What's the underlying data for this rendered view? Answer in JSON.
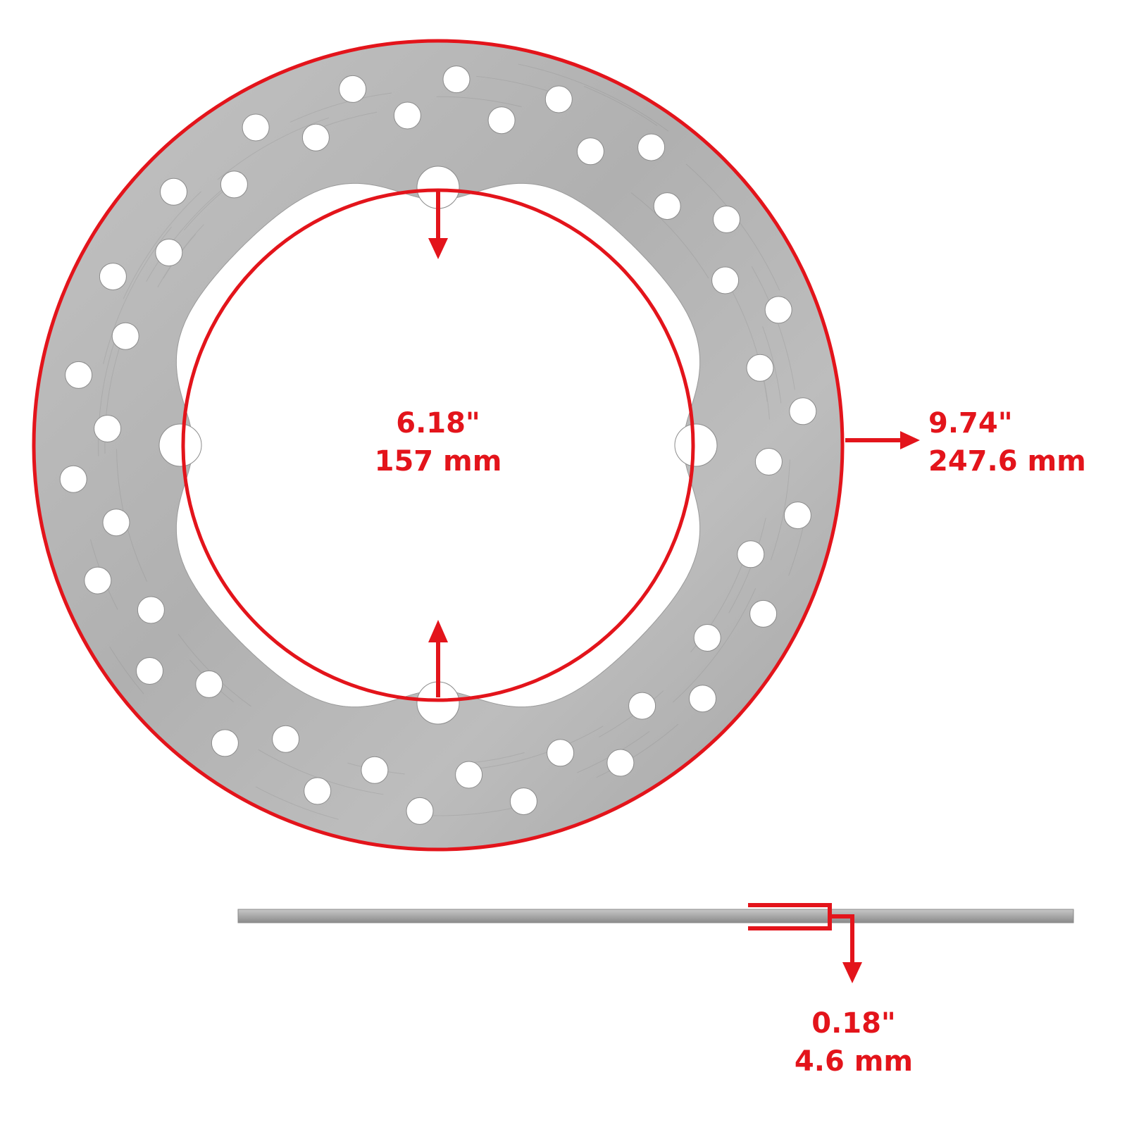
{
  "colors": {
    "accent": "#e3141b",
    "steel": "#b4b4b4",
    "steel_dark": "#8e8e8e",
    "steel_light": "#cfcfcf",
    "background": "#ffffff"
  },
  "rotor": {
    "hole_count": 44,
    "mount_bolt_count": 4
  },
  "dimensions": {
    "inner": {
      "inches": "6.18\"",
      "mm": "157 mm"
    },
    "outer": {
      "inches": "9.74\"",
      "mm": "247.6 mm"
    },
    "thickness": {
      "inches": "0.18\"",
      "mm": "4.6 mm"
    }
  }
}
